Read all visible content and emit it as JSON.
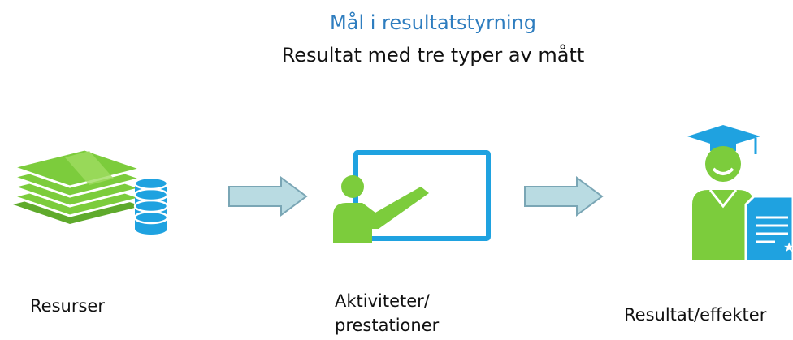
{
  "header": {
    "title": "Mål i resultatstyrning",
    "subtitle": "Resultat med tre typer av mått"
  },
  "stages": [
    {
      "label": "Resurser",
      "icon": "money-stack-coins-icon"
    },
    {
      "label_line1": "Aktiviteter/",
      "label_line2": "prestationer",
      "icon": "teacher-whiteboard-icon"
    },
    {
      "label": "Resultat/effekter",
      "icon": "graduate-diploma-icon"
    }
  ],
  "colors": {
    "title": "#2e7dbf",
    "green": "#7ccc3c",
    "blue": "#1fa2e0",
    "arrow_fill": "#b9dbe2",
    "arrow_stroke": "#7aa6b5"
  }
}
